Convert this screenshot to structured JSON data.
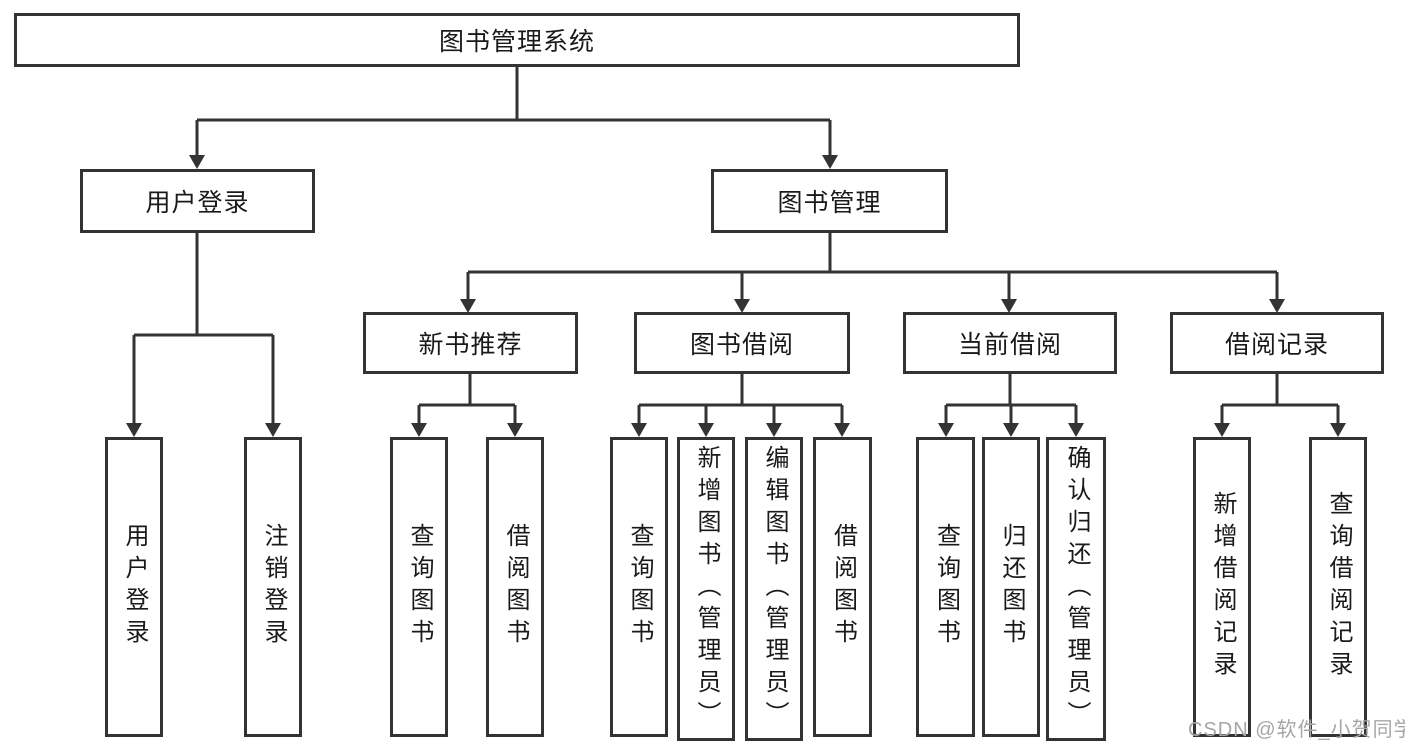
{
  "diagram": {
    "root": "图书管理系统",
    "level2": [
      "用户登录",
      "图书管理"
    ],
    "level3": [
      "新书推荐",
      "图书借阅",
      "当前借阅",
      "借阅记录"
    ],
    "leaves": {
      "login": [
        "用户登录",
        "注销登录"
      ],
      "recommend": [
        "查询图书",
        "借阅图书"
      ],
      "borrow": [
        "查询图书",
        "新增图书（管理员）",
        "编辑图书（管理员）",
        "借阅图书"
      ],
      "current": [
        "查询图书",
        "归还图书",
        "确认归还（管理员）"
      ],
      "records": [
        "新增借阅记录",
        "查询借阅记录"
      ]
    }
  },
  "watermark": "CSDN @软件_小贺同学",
  "colors": {
    "line": "#333333",
    "text": "#1a1a1a",
    "watermark": "#a6a6a6",
    "background": "#ffffff"
  }
}
